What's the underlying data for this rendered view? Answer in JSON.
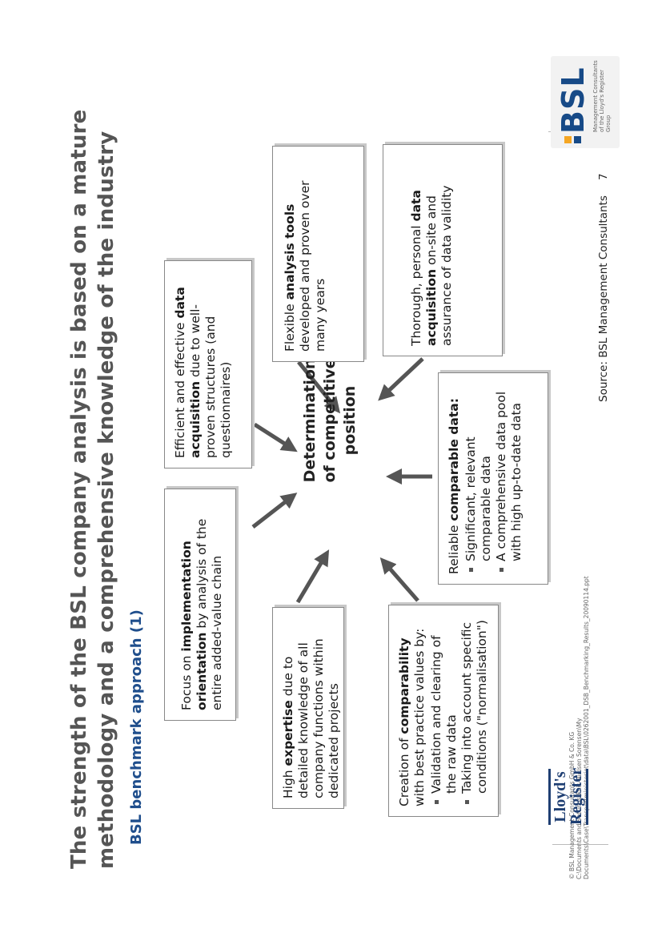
{
  "title": {
    "line1": "The strength of the BSL company analysis is based on a mature",
    "line2": "methodology and a comprehensive knowledge of the industry"
  },
  "subtitle": "BSL benchmark approach (1)",
  "center": {
    "line1": "Determination",
    "line2": "of competitive",
    "line3": "position"
  },
  "boxes": {
    "expertise": {
      "pre": "High ",
      "bold": "expertise",
      "post": " due to detailed knowledge of all company functions within dedicated projects"
    },
    "implementation": {
      "pre": "Focus on ",
      "bold": "implementation orientation",
      "post": " by analysis of the entire added-value chain"
    },
    "efficient": {
      "pre": "Efficient and effective ",
      "bold": "data acquisition",
      "post": " due to well-proven structures (and questionnaires)"
    },
    "tools": {
      "pre": "Flexible ",
      "bold": "analysis tools",
      "post": " developed and proven over many years"
    },
    "thorough": {
      "pre": "Thorough, personal ",
      "bold": "data acquisition",
      "post": " on-site and assurance of data validity"
    },
    "reliable": {
      "pre": "Reliable ",
      "bold": "comparable data:",
      "post": "",
      "bullets": [
        "Significant, relevant comparable data",
        "A comprehensive data pool with high up-to-date data"
      ]
    },
    "comparability": {
      "pre": "Creation of ",
      "bold": "comparability",
      "post": " with best practice values by:",
      "bullets": [
        "Validation and clearing of the raw data",
        "Taking into account specific conditions (\"normalisation\")"
      ]
    }
  },
  "source": "Source: BSL Management Consultants",
  "page_number": "7",
  "footer": {
    "line1": "© BSL Management Consultants GmbH & Co. KG",
    "line2": "C:\\Documents and Settings\\Fhis-Nielsen Sorensen\\My",
    "line3": "Documents\\Case\\Transportministeriet\\data\\BSL\\0262001_DSB_Benchmarking_Results_20090114.ppt"
  },
  "logos": {
    "lloyds_line1": "Lloyd's",
    "lloyds_line2": "Register",
    "bsl": "BSL",
    "bsl_sub1": "Management Consultants",
    "bsl_sub2": "of the Lloyd's Register Group"
  },
  "colors": {
    "title": "#555555",
    "subtitle": "#1f4e8c",
    "bsl_blue": "#174a87",
    "arrow": "#555555"
  }
}
